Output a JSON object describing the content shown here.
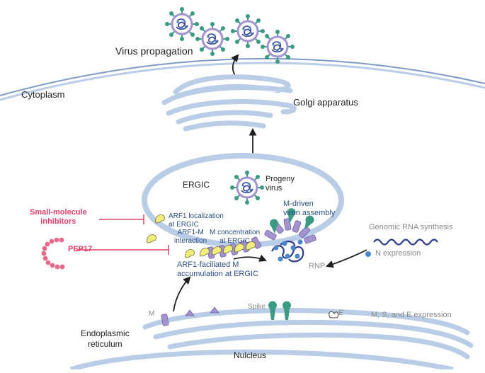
{
  "labels": {
    "virus_propagation": "Virus propagation",
    "cytoplasm": "Cytoplasm",
    "golgi": "Golgi apparatus",
    "ergic": "ERGIC",
    "progeny_virus": "Progeny\nvirus",
    "m_driven": "M-driven\nviron assembly",
    "arf1_localization": "ARF1 localization\nat ERGIC",
    "arf1_m_interaction": "ARF1-M\ninteraction",
    "m_concentration": "M concentration\nat ERGIC",
    "arf1_faciliated": "ARF1-faciliated M\naccumulation at ERGIC",
    "small_molecule": "Small-molecule\ninhibitors",
    "pep17": "PEP17",
    "genomic_rna": "Genomic RNA synthesis",
    "n_expression": "N expression",
    "rnp": "RNP",
    "m": "M",
    "spike": "Spike",
    "e": "E",
    "mse_expression": "M, S, and E expression",
    "er": "Endoplasmic\nreticulum",
    "nucleus": "Nulcleus"
  },
  "colors": {
    "membrane": "#b9cde6",
    "membrane_edge": "#7f9bc4",
    "dark_text": "#1f1f1f",
    "blue_text": "#2c4f86",
    "grey_text": "#8a8a8a",
    "inhibitor": "#e0406a",
    "m_protein": "#a593cf",
    "arf1": "#f2ec7a",
    "spike": "#3a9a83",
    "rna": "#2f3d8c",
    "n_protein": "#4a86c9"
  }
}
